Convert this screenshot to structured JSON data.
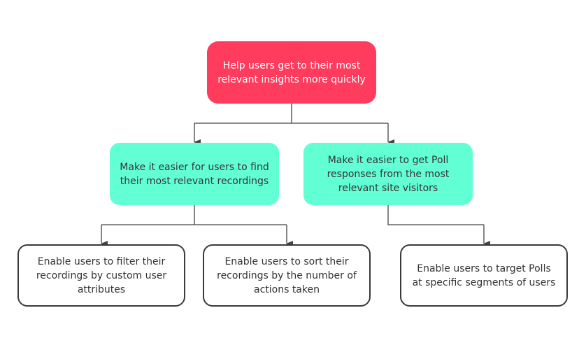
{
  "colors": {
    "root_fill": "#ff3b5e",
    "goal_fill": "#62ffd4",
    "leaf_fill": "#ffffff",
    "leaf_border": "#3a3a3a",
    "connector": "#444444"
  },
  "root": {
    "text": "Help users get to their most relevant insights more quickly"
  },
  "goals": [
    {
      "text": "Make it easier for users to find their most relevant recordings"
    },
    {
      "text": "Make it easier to get Poll responses from the most relevant site visitors"
    }
  ],
  "actions": [
    {
      "text": "Enable users to filter their recordings by custom user attributes"
    },
    {
      "text": "Enable users to sort their recordings by the number of actions taken"
    },
    {
      "text": "Enable users to target Polls at specific segments of users"
    }
  ]
}
